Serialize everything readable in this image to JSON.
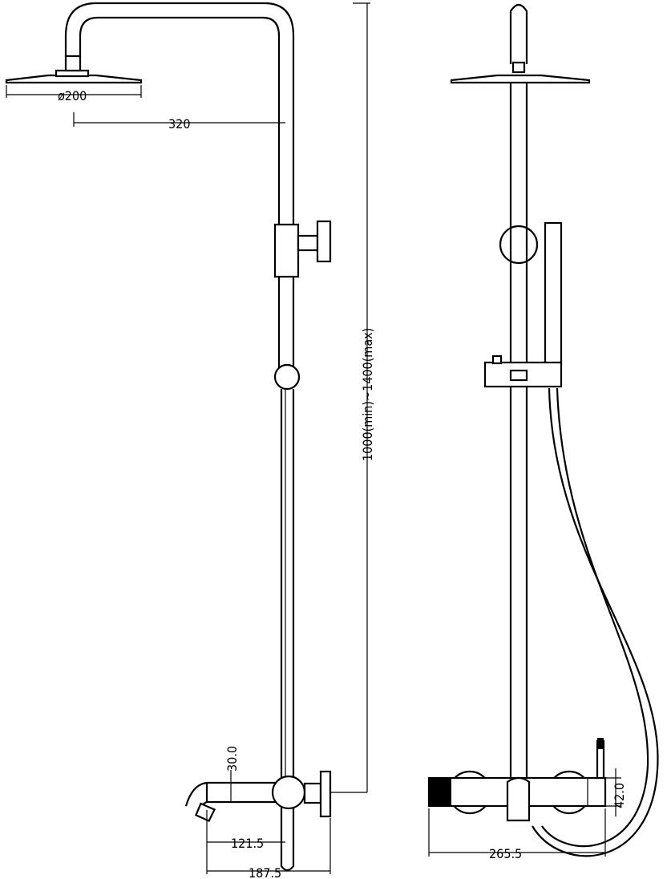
{
  "title": "Shower set dimension drawing",
  "views": [
    "front-view",
    "side-view"
  ],
  "dimensions": {
    "head_diameter": "ø200",
    "arm_reach": "320",
    "height_range": "1000(min)~1400(max)",
    "spout_diameter": "30.0",
    "spout_projection": "121.5",
    "mixer_projection": "187.5",
    "mixer_width": "265.5",
    "mixer_height": "42.0"
  }
}
